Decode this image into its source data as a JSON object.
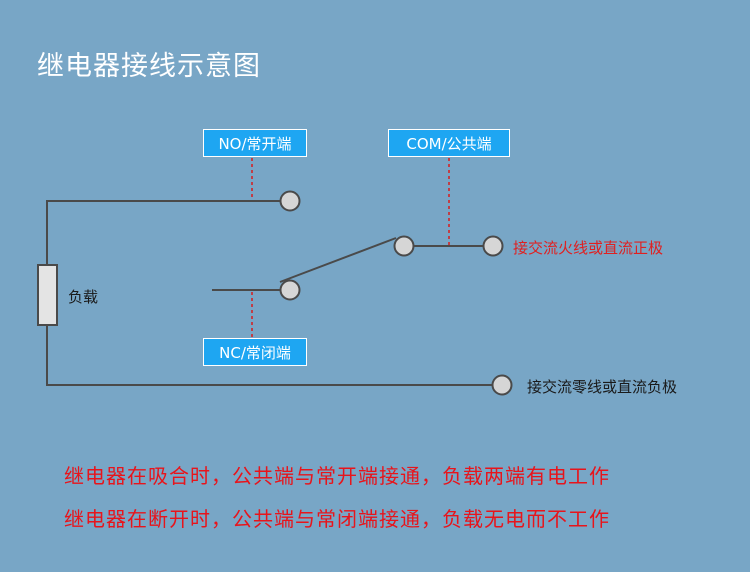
{
  "title": "继电器接线示意图",
  "terminals": {
    "no_label": "NO/常开端",
    "com_label": "COM/公共端",
    "nc_label": "NC/常闭端"
  },
  "load_label": "负载",
  "connections": {
    "live": "接交流火线或直流正极",
    "neutral": "接交流零线或直流负极"
  },
  "notes": [
    "继电器在吸合时，公共端与常开端接通，负载两端有电工作",
    "继电器在断开时，公共端与常闭端接通，负载无电而不工作"
  ],
  "colors": {
    "background": "#78a6c6",
    "tag": "#1ea6f2",
    "wire": "#4a4a4a",
    "dashed": "#d81b1b",
    "terminal": "#d6d6d6",
    "note_text": "#e8141b"
  }
}
